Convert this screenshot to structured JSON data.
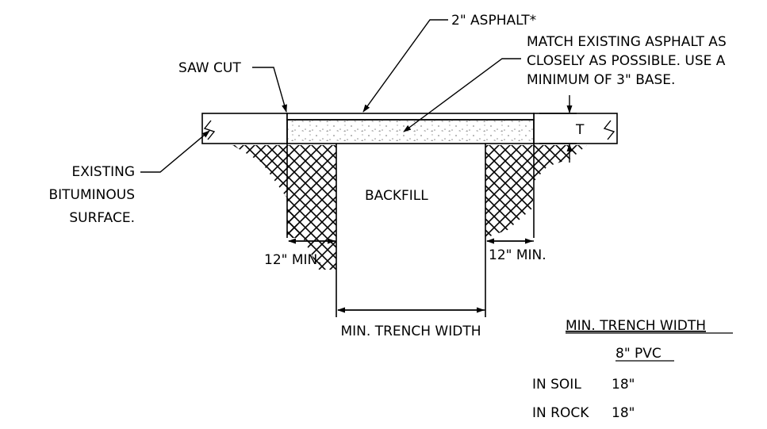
{
  "labels": {
    "asphalt": "2\" ASPHALT*",
    "match_note": [
      "MATCH EXISTING ASPHALT AS",
      "CLOSELY AS POSSIBLE. USE A",
      "MINIMUM OF 3\" BASE."
    ],
    "saw_cut": "SAW CUT",
    "existing": [
      "EXISTING",
      "BITUMINOUS",
      "SURFACE."
    ],
    "backfill": "BACKFILL",
    "thickness": "T",
    "min_left": "12\" MIN.",
    "min_right": "12\" MIN.",
    "trench_width": "MIN. TRENCH WIDTH"
  },
  "table": {
    "title": "MIN. TRENCH WIDTH",
    "column_header": "8\" PVC",
    "rows": [
      {
        "label": "IN SOIL",
        "value": "18\""
      },
      {
        "label": "IN ROCK",
        "value": "18\""
      }
    ]
  },
  "colors": {
    "line": "#000000",
    "aggregate": "#9a9a9a"
  }
}
